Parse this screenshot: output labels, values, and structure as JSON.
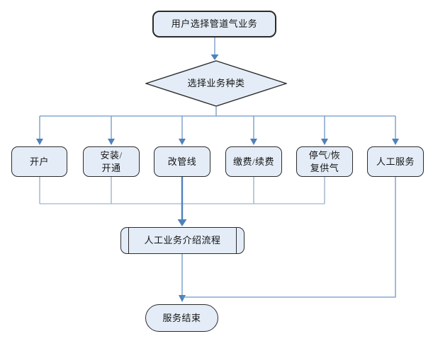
{
  "colors": {
    "background": "#ffffff",
    "node_fill": "#e4edf7",
    "node_border": "#2b2b2b",
    "connector": "#6e96c6",
    "connector_soft": "#8ba6c2",
    "connector_light": "#9db8d8",
    "arrow": "#4f81bd"
  },
  "flowchart": {
    "start": {
      "label": "用户选择管道气业务"
    },
    "decision": {
      "label": "选择业务种类"
    },
    "branches": [
      {
        "id": "open-account",
        "label": "开户"
      },
      {
        "id": "install-activate",
        "label": "安装/\n开通"
      },
      {
        "id": "change-pipeline",
        "label": "改管线"
      },
      {
        "id": "pay-renew",
        "label": "缴费/续费"
      },
      {
        "id": "stop-resume-gas",
        "label": "停气/恢\n复供气"
      },
      {
        "id": "manual-service",
        "label": "人工服务"
      }
    ],
    "process": {
      "label": "人工业务介绍流程"
    },
    "end": {
      "label": "服务结束"
    }
  }
}
